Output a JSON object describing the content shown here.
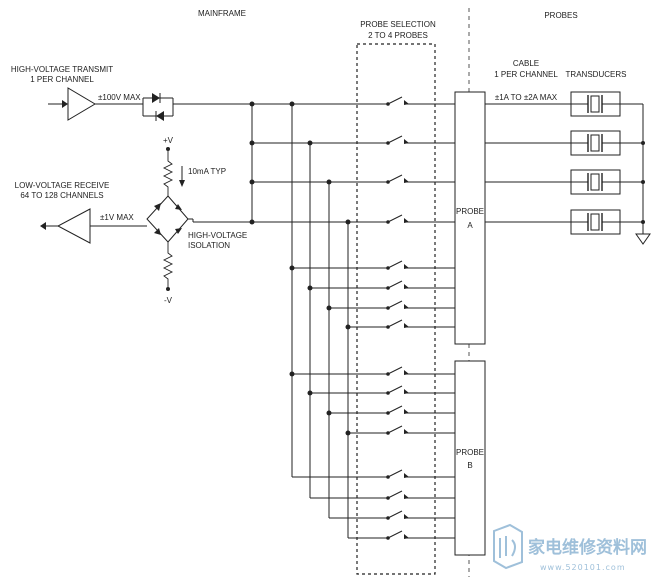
{
  "labels": {
    "mainframe": "MAINFRAME",
    "probe_selection_l1": "PROBE SELECTION",
    "probe_selection_l2": "2 TO 4 PROBES",
    "probes": "PROBES",
    "hv_tx_l1": "HIGH-VOLTAGE TRANSMIT",
    "hv_tx_l2": "1 PER CHANNEL",
    "hv_max": "±100V MAX",
    "lv_rx_l1": "LOW-VOLTAGE RECEIVE",
    "lv_rx_l2": "64 TO 128 CHANNELS",
    "lv_max": "±1V MAX",
    "plus_v": "+V",
    "minus_v": "-V",
    "ma_typ": "10mA TYP",
    "hv_iso_l1": "HIGH-VOLTAGE",
    "hv_iso_l2": "ISOLATION",
    "cable_l1": "CABLE",
    "cable_l2": "1 PER CHANNEL",
    "cable_current": "±1A TO ±2A MAX",
    "transducers": "TRANSDUCERS",
    "probe_a_l1": "PROBE",
    "probe_a_l2": "A",
    "probe_b_l1": "PROBE",
    "probe_b_l2": "B"
  },
  "watermark": {
    "cn": "家电维修资料网",
    "url": "www.520101.com"
  }
}
